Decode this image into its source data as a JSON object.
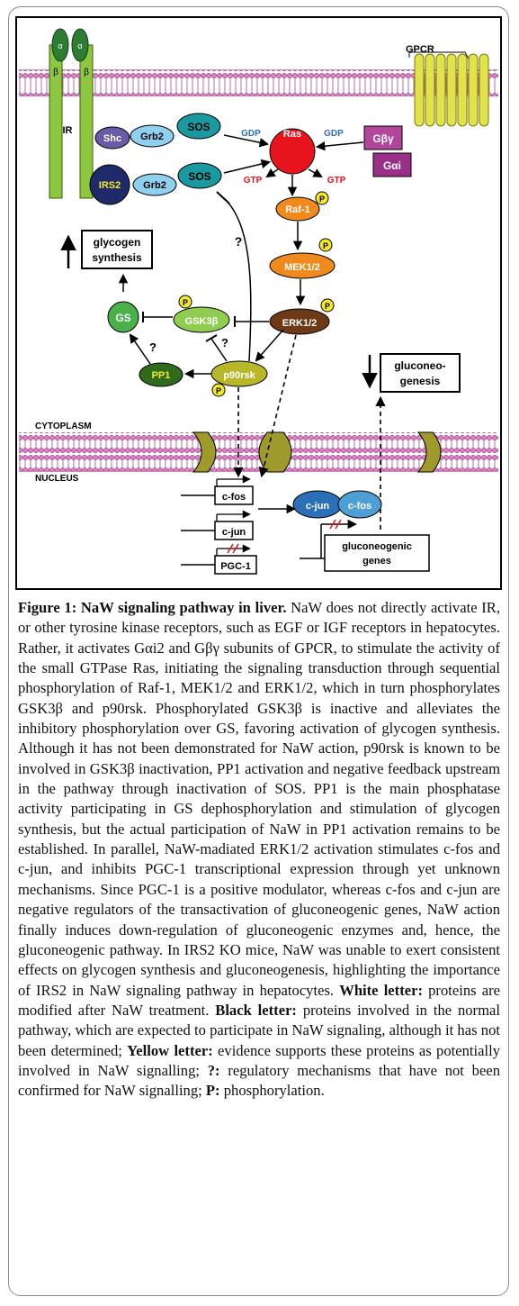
{
  "figure": {
    "labels": {
      "ir": "IR",
      "alpha": "α",
      "beta": "β",
      "gpcr": "GPCR",
      "shc": "Shc",
      "grb2_top": "Grb2",
      "grb2_bottom": "Grb2",
      "sos_top": "SOS",
      "sos_bottom": "SOS",
      "irs2": "IRS2",
      "ras": "Ras",
      "gdp_left": "GDP",
      "gdp_right": "GDP",
      "gtp_left": "GTP",
      "gtp_right": "GTP",
      "gbg": "Gβγ",
      "gai": "Gαi",
      "raf1": "Raf-1",
      "mek": "MEK1/2",
      "erk": "ERK1/2",
      "gsk3b": "GSK3β",
      "gs": "GS",
      "pp1": "PP1",
      "p90rsk": "p90rsk",
      "p": "P",
      "question": "?",
      "glycogen_line1": "glycogen",
      "glycogen_line2": "synthesis",
      "gluconeo_line1": "gluconeo-",
      "gluconeo_line2": "genesis",
      "cytoplasm": "CYTOPLASM",
      "nucleus": "NUCLEUS",
      "cfos_gene": "c-fos",
      "cjun_gene": "c-jun",
      "pgc1_gene": "PGC-1",
      "cjun_protein": "c-jun",
      "cfos_protein": "c-fos",
      "gluconeogenic_line1": "gluconeogenic",
      "gluconeogenic_line2": "genes"
    },
    "colors": {
      "ir_green": "#8dc63f",
      "alpha_green": "#2e7d32",
      "gpcr_yellow": "#e2e24a",
      "shc_purple": "#6a5aa8",
      "grb2_blue": "#8fd0ee",
      "sos_teal": "#1a9aa0",
      "irs2_navy": "#1f2a6b",
      "ras_red": "#e8141b",
      "gbg_magenta": "#b0479a",
      "gai_purple": "#9a2f8a",
      "raf_orange": "#f08a1c",
      "erk_brown": "#6e3a16",
      "gsk_green": "#8fcc50",
      "gs_green": "#49b04a",
      "pp1_green": "#2e6b1c",
      "p90_olive": "#b8b72a",
      "phospho_yellow": "#f5e827",
      "membrane_pink": "#d980c4",
      "nuc_membrane_pink": "#d97fc2",
      "pore_olive": "#9f9a2c",
      "cjun_blue": "#2a6fb8",
      "cfos_blue": "#4d9fd6",
      "gdp_blue": "#2f6db5",
      "gtp_red": "#e0161b",
      "crossed_red": "#e21c1c"
    }
  },
  "caption": {
    "title": "Figure 1: NaW signaling pathway in liver.",
    "body": " NaW does not directly activate IR, or other tyrosine kinase receptors, such as EGF or IGF receptors in hepatocytes. Rather, it activates Gαi2 and Gβγ subunits of GPCR, to stimulate the activity of the small GTPase Ras, initiating the signaling transduction through sequential phosphorylation of Raf-1, MEK1/2 and ERK1/2, which in turn phosphorylates GSK3β and p90rsk. Phosphorylated GSK3β is inactive and alleviates the inhibitory phosphorylation over GS, favoring activation of glycogen synthesis. Although it has not been demonstrated for NaW action, p90rsk is known to be involved in GSK3β inactivation, PP1 activation and negative feedback upstream in the pathway through inactivation of SOS. PP1 is the main phosphatase activity participating in GS dephosphorylation and stimulation of glycogen synthesis, but the actual participation of NaW in PP1 activation remains to be established. In parallel, NaW-madiated ERK1/2 activation stimulates c-fos and c-jun, and inhibits PGC-1 transcriptional expression through yet unknown mechanisms. Since PGC-1 is a positive modulator, whereas c-fos and c-jun are negative regulators of the transactivation of gluconeogenic genes, NaW action finally induces down-regulation of gluconeogenic enzymes and, hence, the gluconeogenic pathway. In IRS2 KO mice, NaW was unable to exert consistent effects on glycogen synthesis and gluconeogenesis, highlighting the importance of IRS2 in NaW signaling pathway in hepatocytes. ",
    "white_label": "White letter:",
    "white_text": " proteins are modified after NaW treatment. ",
    "black_label": "Black letter:",
    "black_text": " proteins involved in the normal pathway, which are expected to participate in NaW signaling, although it has not been determined; ",
    "yellow_label": "Yellow letter:",
    "yellow_text": " evidence supports these proteins as potentially involved in NaW signalling; ",
    "q_label": "?:",
    "q_text": " regulatory mechanisms that have not been confirmed for NaW signalling; ",
    "p_label": "P:",
    "p_text": " phosphorylation."
  }
}
